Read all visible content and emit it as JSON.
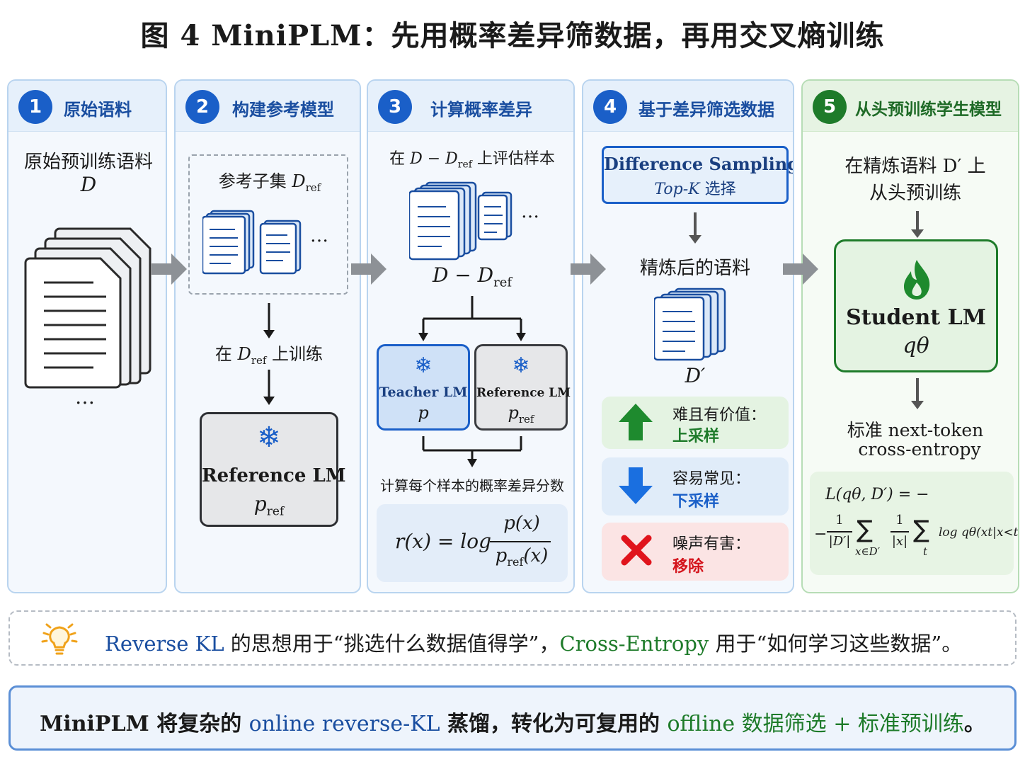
{
  "title": "图 4   MiniPLM：先用概率差异筛数据，再用交叉熵训练",
  "panels": [
    {
      "num": "1",
      "title": "原始语料"
    },
    {
      "num": "2",
      "title": "构建参考模型"
    },
    {
      "num": "3",
      "title": "计算概率差异"
    },
    {
      "num": "4",
      "title": "基于差异筛选数据"
    },
    {
      "num": "5",
      "title": "从头预训练学生模型"
    }
  ],
  "p1": {
    "line1": "原始预训练语料",
    "line2": "D",
    "dots": "…"
  },
  "p2": {
    "subset_prefix": "参考子集 ",
    "subset_var": "D",
    "subset_sub": "ref",
    "dots": "…",
    "train_pre": "在 ",
    "train_var": "D",
    "train_sub": "ref",
    "train_post": " 上训练",
    "model_name": "Reference LM",
    "model_var": "p",
    "model_sub": "ref"
  },
  "p3": {
    "eval_pre": "在 ",
    "eval_expr": "D − D",
    "eval_sub": "ref",
    "eval_post": " 上评估样本",
    "dots": "…",
    "set_expr": "D − D",
    "set_sub": "ref",
    "teacher_name": "Teacher LM",
    "teacher_var": "p",
    "ref_name": "Reference LM",
    "ref_var": "p",
    "ref_sub": "ref",
    "score_caption": "计算每个样本的概率差异分数",
    "formula_lhs": "r(x) = log",
    "formula_num": "p(x)",
    "formula_den_var": "p",
    "formula_den_sub": "ref",
    "formula_den_tail": "(x)"
  },
  "p4": {
    "method_line1": "Difference Sampling",
    "method_line2_var": "Top-K",
    "method_line2_text": " 选择",
    "refined_label": "精炼后的语料",
    "refined_var": "D′",
    "rules": [
      {
        "label": "难且有价值：",
        "action": "上采样",
        "icon": "arrow-up-icon",
        "color": "#1e7b2a"
      },
      {
        "label": "容易常见：",
        "action": "下采样",
        "icon": "arrow-down-icon",
        "color": "#1a5fc8"
      },
      {
        "label": "噪声有害：",
        "action": "移除",
        "icon": "cross-icon",
        "color": "#d4141c"
      }
    ]
  },
  "p5": {
    "line1": "在精炼语料 D′ 上",
    "line2": "从头预训练",
    "model_name": "Student LM",
    "model_var": "qθ",
    "loss_line1": "标准 next-token",
    "loss_line2": "cross-entropy",
    "formula_line1": "L(qθ, D′) = −",
    "formula_line2_a": "−",
    "frac1_num": "1",
    "frac1_den": "|D′|",
    "sum1": "∑",
    "sum1_sub": "x∈D′",
    "frac2_num": "1",
    "frac2_den": "|x|",
    "sum2": "∑",
    "sum2_sub": "t",
    "formula_tail": "log qθ(xt|x<t)"
  },
  "insight": {
    "icon": "lightbulb-icon",
    "part1": "Reverse KL",
    "part2": " 的思想用于“挑选什么数据值得学”，",
    "part3": "Cross-Entropy",
    "part4": " 用于“如何学习这些数据”。"
  },
  "summary": {
    "part1": "MiniPLM 将复杂的 ",
    "part2": "online reverse-KL",
    "part3": " 蒸馏，转化为可复用的 ",
    "part4": "offline 数据筛选 + 标准预训练",
    "part5": "。"
  },
  "colors": {
    "blue": "#1a5fc8",
    "green": "#1e7b2a",
    "red": "#d4141c",
    "gray_box": "#e6e7e9"
  }
}
